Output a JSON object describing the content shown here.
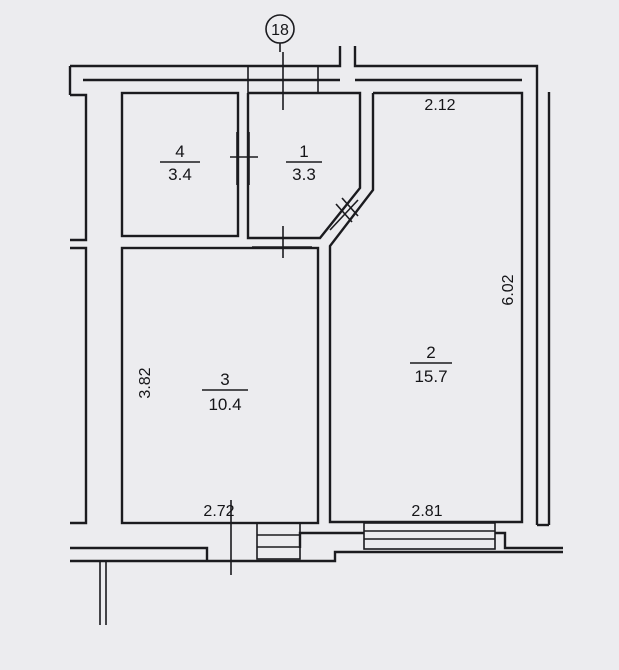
{
  "axis_marker": {
    "label": "18"
  },
  "rooms": [
    {
      "number": "1",
      "area": "3.3"
    },
    {
      "number": "2",
      "area": "15.7"
    },
    {
      "number": "3",
      "area": "10.4"
    },
    {
      "number": "4",
      "area": "3.4"
    }
  ],
  "dimensions": {
    "room2_width_top": "2.12",
    "room2_length": "6.02",
    "room2_width_bottom": "2.81",
    "room3_length": "3.82",
    "room3_width": "2.72"
  }
}
